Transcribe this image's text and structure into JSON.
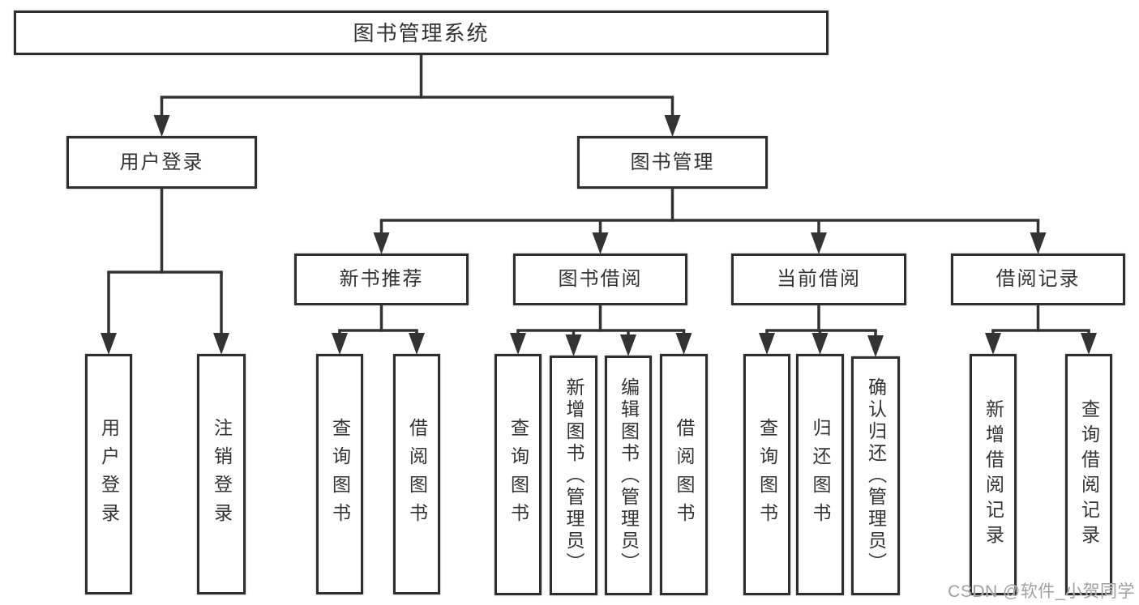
{
  "diagram": {
    "title": "图书管理系统",
    "nodes": [
      {
        "id": "root",
        "label": "图书管理系统",
        "children": [
          "user-login",
          "book-mgmt"
        ]
      },
      {
        "id": "user-login",
        "label": "用户登录",
        "children": [
          "ul-login",
          "ul-logout"
        ]
      },
      {
        "id": "book-mgmt",
        "label": "图书管理",
        "children": [
          "new-book-rec",
          "book-borrow",
          "current-borrow",
          "borrow-record"
        ]
      },
      {
        "id": "new-book-rec",
        "label": "新书推荐",
        "children": [
          "nr-query",
          "nr-borrow"
        ]
      },
      {
        "id": "book-borrow",
        "label": "图书借阅",
        "children": [
          "bb-query",
          "bb-add",
          "bb-edit",
          "bb-borrow"
        ]
      },
      {
        "id": "current-borrow",
        "label": "当前借阅",
        "children": [
          "cb-query",
          "cb-return",
          "cb-confirm"
        ]
      },
      {
        "id": "borrow-record",
        "label": "借阅记录",
        "children": [
          "br-add",
          "br-query"
        ]
      },
      {
        "id": "ul-login",
        "label": "用户登录",
        "vertical": true
      },
      {
        "id": "ul-logout",
        "label": "注销登录",
        "vertical": true
      },
      {
        "id": "nr-query",
        "label": "查询图书",
        "vertical": true
      },
      {
        "id": "nr-borrow",
        "label": "借阅图书",
        "vertical": true
      },
      {
        "id": "bb-query",
        "label": "查询图书",
        "vertical": true
      },
      {
        "id": "bb-add",
        "label": "新增图书（管理员）",
        "vertical": true
      },
      {
        "id": "bb-edit",
        "label": "编辑图书（管理员）",
        "vertical": true
      },
      {
        "id": "bb-borrow",
        "label": "借阅图书",
        "vertical": true
      },
      {
        "id": "cb-query",
        "label": "查询图书",
        "vertical": true
      },
      {
        "id": "cb-return",
        "label": "归还图书",
        "vertical": true
      },
      {
        "id": "cb-confirm",
        "label": "确认归还（管理员）",
        "vertical": true
      },
      {
        "id": "br-add",
        "label": "新增借阅记录",
        "vertical": true
      },
      {
        "id": "br-query",
        "label": "查询借阅记录",
        "vertical": true
      }
    ]
  },
  "watermark": {
    "text": "CSDN @软件_小贺同学"
  },
  "colors": {
    "background": "#ffffff",
    "line": "#333333",
    "border": "#2e2e2e",
    "text": "#333333",
    "watermark": "#a0a0a0"
  }
}
